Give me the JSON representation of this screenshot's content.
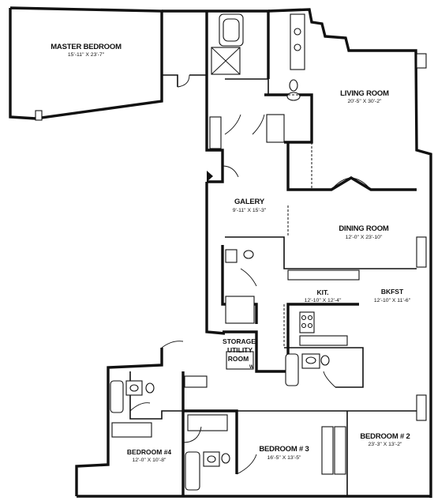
{
  "rooms": {
    "master_bedroom": {
      "name": "MASTER BEDROOM",
      "dims": "15'-11\" X 23'-7\""
    },
    "living_room": {
      "name": "LIVING ROOM",
      "dims": "20'-5\" X 30'-2\""
    },
    "galery": {
      "name": "GALERY",
      "dims": "9'-11\" X 15'-3\""
    },
    "dining_room": {
      "name": "DINING ROOM",
      "dims": "12'-0\" X 23'-10\""
    },
    "kit": {
      "name": "KIT.",
      "dims": "12'-10\" X 12'-4\""
    },
    "bkfst": {
      "name": "BKFST",
      "dims": "12'-10\" X 11'-6\""
    },
    "storage": {
      "name": "STORAGE"
    },
    "utility_room": {
      "name": "UTILITY",
      "name2": "ROOM",
      "mark": "W"
    },
    "bedroom_2": {
      "name": "BEDROOM # 2",
      "dims": "23'-3\" X 13'-2\""
    },
    "bedroom_3": {
      "name": "BEDROOM # 3",
      "dims": "16'-5\" X 13'-5\""
    },
    "bedroom_4": {
      "name": "BEDROOM #4",
      "dims": "12'-0\" X 10'-8\""
    }
  },
  "colors": {
    "wall": "#111111",
    "background": "#ffffff"
  },
  "icons": [
    "entry-arrow-icon",
    "elevator-icon",
    "bathtub-icon",
    "toilet-icon",
    "sink-icon",
    "stove-icon",
    "door-swing-icon"
  ]
}
